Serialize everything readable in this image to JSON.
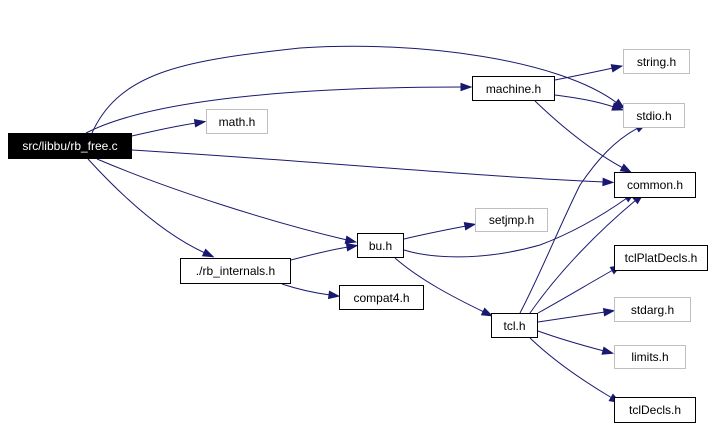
{
  "diagram": {
    "nodes": [
      {
        "id": "rb_free",
        "label": "src/libbu/rb_free.c",
        "style": "root"
      },
      {
        "id": "machine",
        "label": "machine.h",
        "style": "solid"
      },
      {
        "id": "math",
        "label": "math.h",
        "style": "faint"
      },
      {
        "id": "string",
        "label": "string.h",
        "style": "faint"
      },
      {
        "id": "stdio",
        "label": "stdio.h",
        "style": "faint"
      },
      {
        "id": "common",
        "label": "common.h",
        "style": "solid"
      },
      {
        "id": "setjmp",
        "label": "setjmp.h",
        "style": "faint"
      },
      {
        "id": "bu",
        "label": "bu.h",
        "style": "solid"
      },
      {
        "id": "rb_internals",
        "label": "./rb_internals.h",
        "style": "solid"
      },
      {
        "id": "compat4",
        "label": "compat4.h",
        "style": "solid"
      },
      {
        "id": "tcl",
        "label": "tcl.h",
        "style": "solid"
      },
      {
        "id": "tclPlatDecls",
        "label": "tclPlatDecls.h",
        "style": "solid"
      },
      {
        "id": "stdarg",
        "label": "stdarg.h",
        "style": "faint"
      },
      {
        "id": "limits",
        "label": "limits.h",
        "style": "faint"
      },
      {
        "id": "tclDecls",
        "label": "tclDecls.h",
        "style": "solid"
      }
    ],
    "edges": [
      {
        "from": "rb_free",
        "to": "machine"
      },
      {
        "from": "rb_free",
        "to": "stdio"
      },
      {
        "from": "rb_free",
        "to": "math"
      },
      {
        "from": "rb_free",
        "to": "common"
      },
      {
        "from": "rb_free",
        "to": "bu"
      },
      {
        "from": "rb_free",
        "to": "rb_internals"
      },
      {
        "from": "machine",
        "to": "string"
      },
      {
        "from": "machine",
        "to": "stdio"
      },
      {
        "from": "machine",
        "to": "common"
      },
      {
        "from": "rb_internals",
        "to": "bu"
      },
      {
        "from": "rb_internals",
        "to": "compat4"
      },
      {
        "from": "bu",
        "to": "setjmp"
      },
      {
        "from": "bu",
        "to": "common"
      },
      {
        "from": "bu",
        "to": "tcl"
      },
      {
        "from": "tcl",
        "to": "stdio"
      },
      {
        "from": "tcl",
        "to": "common"
      },
      {
        "from": "tcl",
        "to": "tclPlatDecls"
      },
      {
        "from": "tcl",
        "to": "stdarg"
      },
      {
        "from": "tcl",
        "to": "limits"
      },
      {
        "from": "tcl",
        "to": "tclDecls"
      }
    ]
  }
}
